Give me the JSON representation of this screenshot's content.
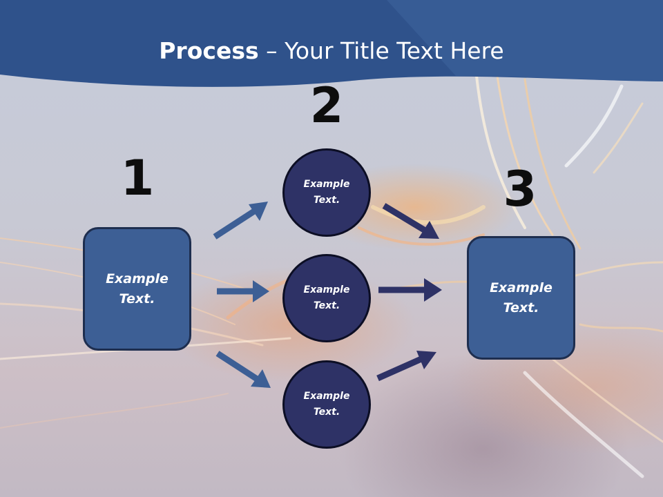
{
  "title": {
    "bold": "Process",
    "rest": " – Your Title Text Here"
  },
  "steps": [
    {
      "number": "1",
      "box_text": "Example Text."
    },
    {
      "number": "2",
      "circles": [
        "Example Text.",
        "Example Text.",
        "Example Text."
      ]
    },
    {
      "number": "3",
      "box_text": "Example Text."
    }
  ],
  "colors": {
    "header_band": "#2f528b",
    "box_fill": "#3d5f95",
    "circle_fill": "#2e3266",
    "arrow_left": "#3d5f95",
    "arrow_right": "#2e3266"
  }
}
